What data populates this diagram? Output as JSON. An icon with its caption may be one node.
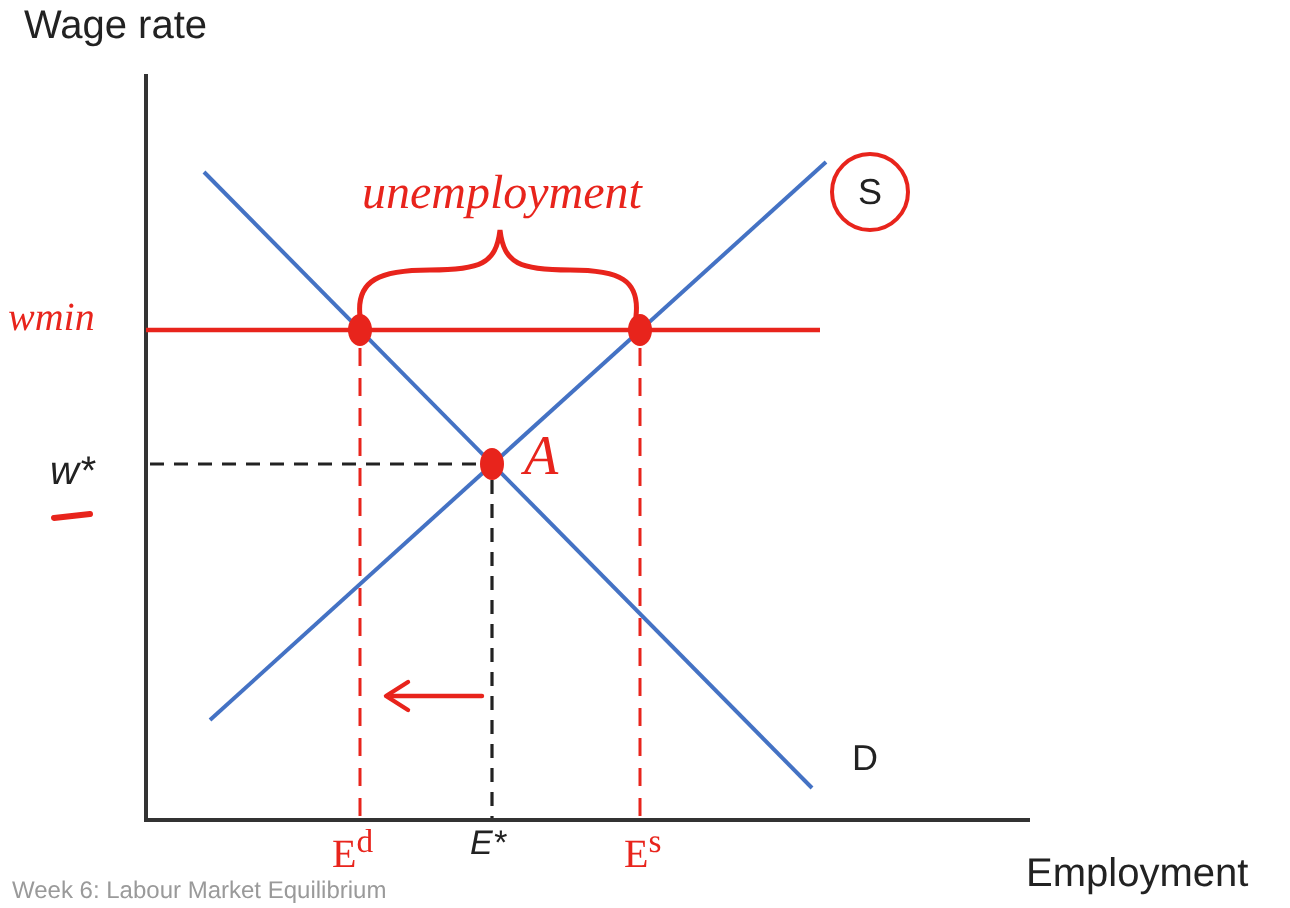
{
  "diagram": {
    "caption": "Week 6: Labour Market Equilibrium",
    "labels": [
      "Wage rate",
      "unemployment",
      "S",
      "wmin",
      "w*",
      "A",
      "D",
      "E$^{d}$",
      "E*",
      "E$^{s}$",
      "Employment"
    ]
  }
}
